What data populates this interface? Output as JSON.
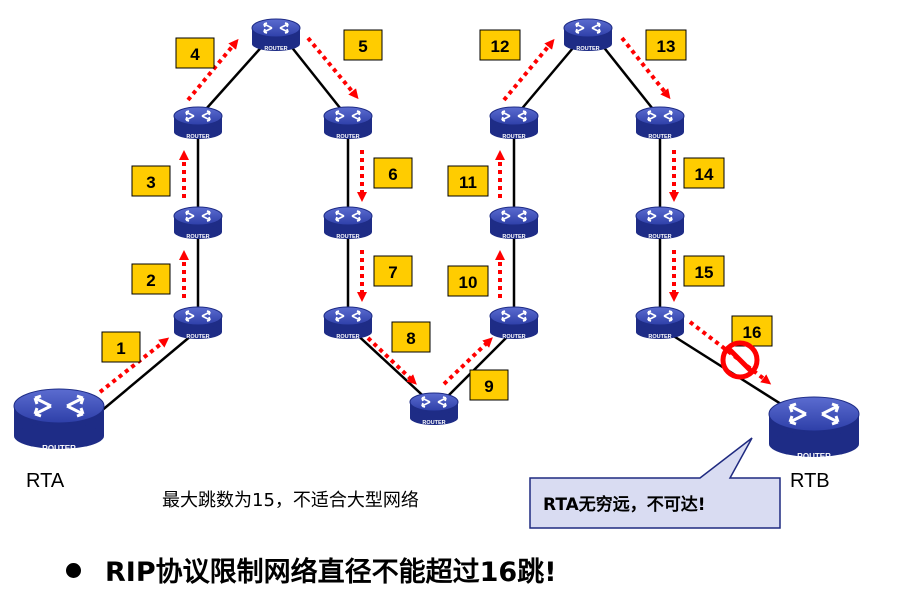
{
  "routers": [
    {
      "id": "rta",
      "name": "RTA",
      "tag": "ROUTER"
    },
    {
      "id": "r1",
      "tag": "ROUTER"
    },
    {
      "id": "r2",
      "tag": "ROUTER"
    },
    {
      "id": "r3",
      "tag": "ROUTER"
    },
    {
      "id": "r4",
      "tag": "ROUTER"
    },
    {
      "id": "r5",
      "tag": "ROUTER"
    },
    {
      "id": "r6",
      "tag": "ROUTER"
    },
    {
      "id": "r7",
      "tag": "ROUTER"
    },
    {
      "id": "r8",
      "tag": "ROUTER"
    },
    {
      "id": "r9",
      "tag": "ROUTER"
    },
    {
      "id": "r10",
      "tag": "ROUTER"
    },
    {
      "id": "r11",
      "tag": "ROUTER"
    },
    {
      "id": "r12",
      "tag": "ROUTER"
    },
    {
      "id": "r13",
      "tag": "ROUTER"
    },
    {
      "id": "r14",
      "tag": "ROUTER"
    },
    {
      "id": "r15",
      "tag": "ROUTER"
    },
    {
      "id": "rtb",
      "name": "RTB",
      "tag": "ROUTER"
    }
  ],
  "hops": [
    "1",
    "2",
    "3",
    "4",
    "5",
    "6",
    "7",
    "8",
    "9",
    "10",
    "11",
    "12",
    "13",
    "14",
    "15",
    "16"
  ],
  "unreachable_hop": "16",
  "caption": "最大跳数为15，不适合大型网络",
  "callout": "RTA无穷远，不可达!",
  "bullet": "RIP协议限制网络直径不能超过16跳!",
  "colors": {
    "router_blue": "#2E3FA8",
    "hop_box": "#FFCC00",
    "arrow": "#FF0000",
    "callout_fill": "#D9DCF2",
    "callout_border": "#1F2A80"
  }
}
